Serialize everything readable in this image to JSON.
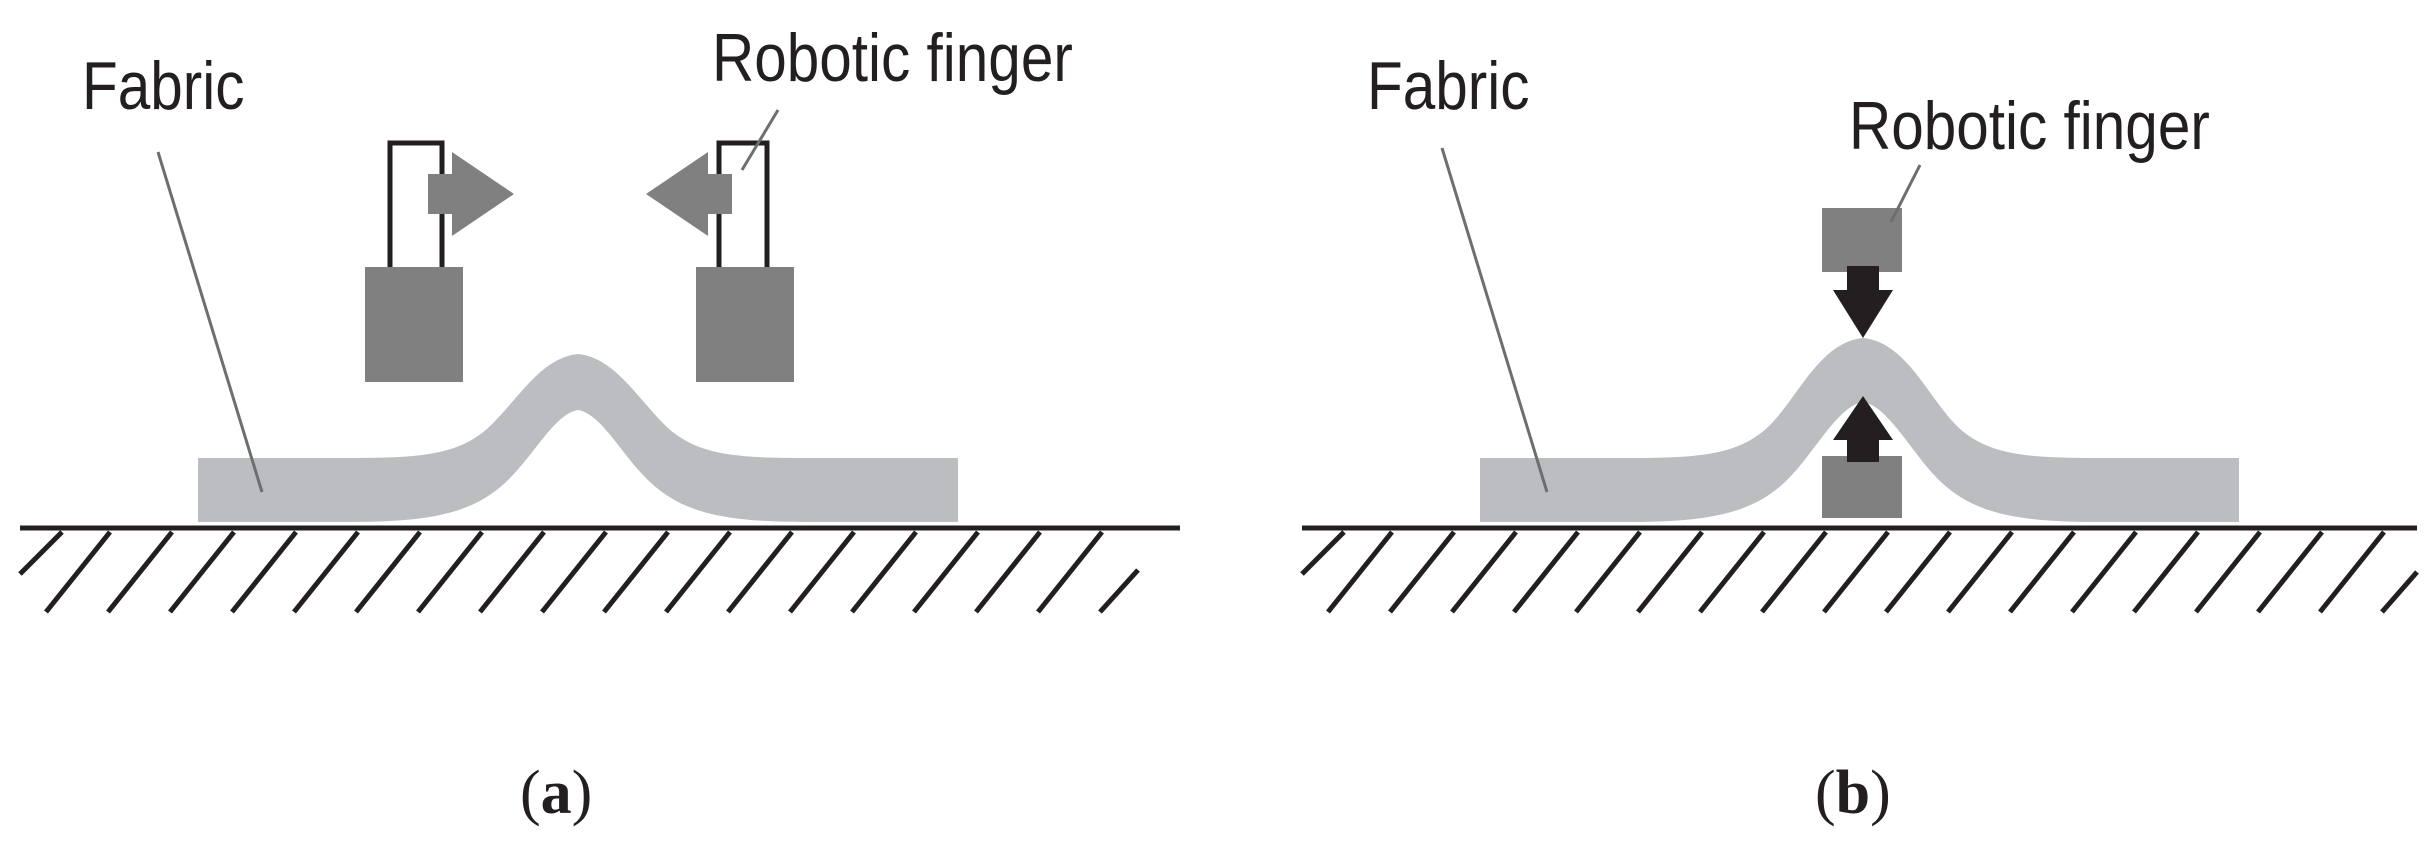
{
  "colors": {
    "fabric": "#bcbdc0",
    "finger": "#808080",
    "force_arrow": "#231f20",
    "line": "#231f20"
  },
  "panels": [
    {
      "fabric_label": "Fabric",
      "finger_label": "Robotic finger",
      "caption_open": "(",
      "caption_letter": "a",
      "caption_close": ")"
    },
    {
      "fabric_label": "Fabric",
      "finger_label": "Robotic finger",
      "caption_open": "(",
      "caption_letter": "b",
      "caption_close": ")"
    }
  ]
}
